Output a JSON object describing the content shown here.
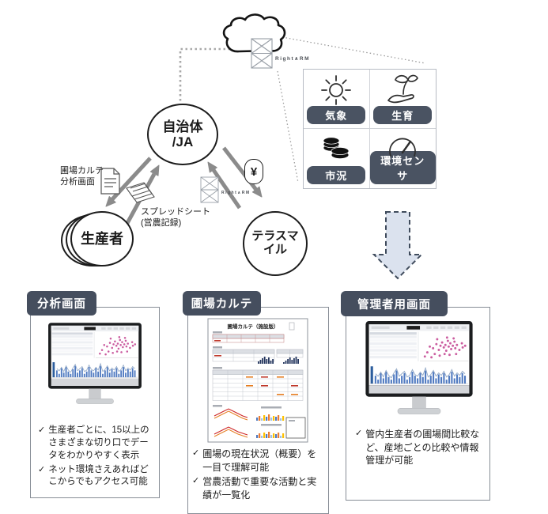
{
  "ui": {
    "check": "✓"
  },
  "cloud": {
    "brand": "Right∧RM"
  },
  "sources": {
    "items": [
      {
        "label": "気象",
        "icon": "sun-icon"
      },
      {
        "label": "生育",
        "icon": "sprout-hand-icon"
      },
      {
        "label": "市況",
        "icon": "coins-icon"
      },
      {
        "label": "環境センサ",
        "icon": "gauge-icon"
      }
    ]
  },
  "entities": {
    "government": "自治体\n/JA",
    "producers": "生産者",
    "terasmile": "テラスマ\nイル"
  },
  "flows": {
    "field_chart": "圃場カルテ\n分析画面",
    "spreadsheet": "スプレッドシート\n(営農記録)",
    "yen": "¥",
    "brand_small": "Right∧RM"
  },
  "sections": [
    {
      "title": "分析画面",
      "bullets": [
        "生産者ごとに、15以上のさまざまな切り口でデータをわかりやすく表示",
        "ネット環境さえあればどこからでもアクセス可能"
      ]
    },
    {
      "title": "圃場カルテ",
      "doc_title": "圃場カルテ（施設版）",
      "bullets": [
        "圃場の現在状況（概要）を一目で理解可能",
        "営農活動で重要な活動と実績が一覧化"
      ]
    },
    {
      "title": "管理者用画面",
      "bullets": [
        "管内生産者の圃場間比較など、産地ごとの比較や情報管理が可能"
      ]
    }
  ],
  "colors": {
    "badge": "#4a5362",
    "chip": "#454e5e",
    "arrow_gray": "#8b8b8b",
    "big_arrow_fill": "#dbe2ee",
    "big_arrow_border": "#3f4b5c",
    "scatter_dot": "#c2418f",
    "bar_blue": "#4e79c0"
  }
}
